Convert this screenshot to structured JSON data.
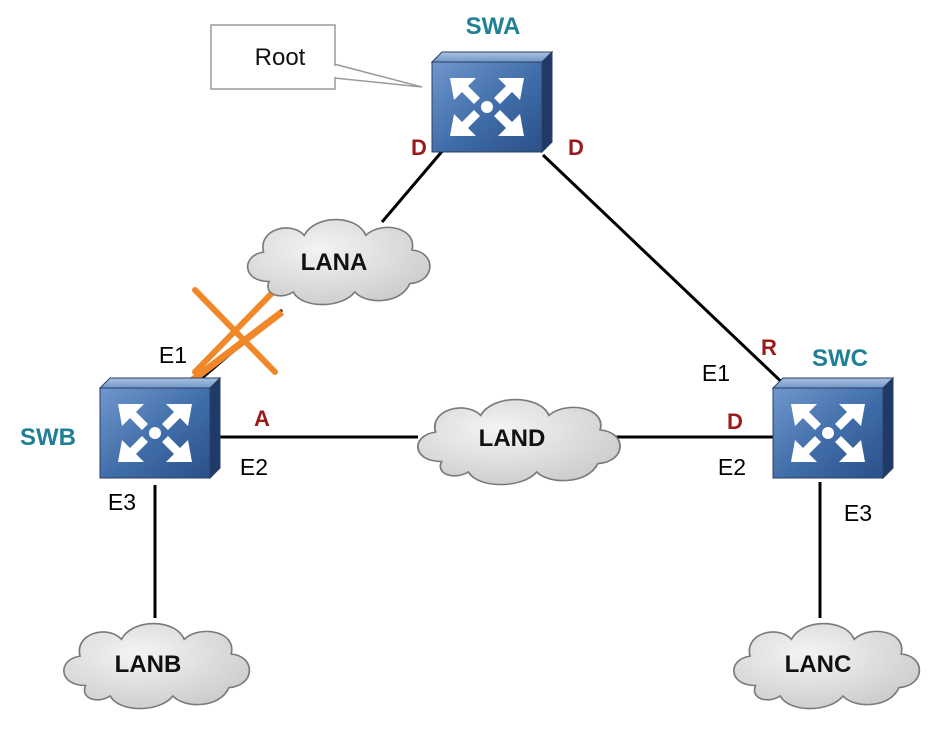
{
  "callout": {
    "text": "Root"
  },
  "switches": {
    "swa": {
      "name": "SWA",
      "ports": {
        "left_role": "D",
        "right_role": "D"
      }
    },
    "swb": {
      "name": "SWB",
      "ports": {
        "e1": "E1",
        "e2": "E2",
        "e3": "E3",
        "e2_role": "A"
      }
    },
    "swc": {
      "name": "SWC",
      "ports": {
        "e1": "E1",
        "e2": "E2",
        "e3": "E3",
        "e1_role": "R",
        "e2_role": "D"
      }
    }
  },
  "lans": {
    "lana": "LANA",
    "land": "LAND",
    "lanb": "LANB",
    "lanc": "LANC"
  },
  "colors": {
    "switch_face": "#3f6ca8",
    "switch_side": "#243f6e",
    "label_teal": "#1f7f96",
    "role_red": "#9b1b1b",
    "blocked_cross": "#f0882a",
    "cloud_fill": "#d9d9d9"
  },
  "icons": [
    "switch-icon",
    "cloud-icon",
    "blocked-cross-icon"
  ]
}
